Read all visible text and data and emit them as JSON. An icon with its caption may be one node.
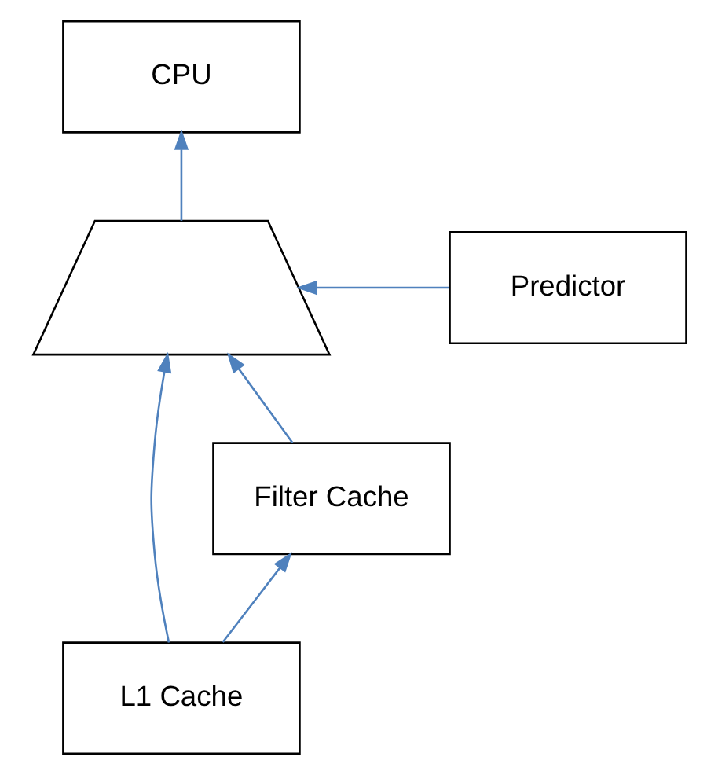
{
  "diagram": {
    "nodes": [
      {
        "text": [
          "CPU"
        ]
      },
      {
        "text": [],
        "shape": "trapezoid"
      },
      {
        "text": [
          "Predictor"
        ]
      },
      {
        "text": [
          "Filter Cache"
        ]
      },
      {
        "text": [
          "L1 Cache"
        ]
      }
    ],
    "edges": [
      {
        "from": 1,
        "to": 0,
        "arrow": "to"
      },
      {
        "from": 2,
        "to": 1,
        "arrow": "to"
      },
      {
        "from": 3,
        "to": 1,
        "arrow": "to"
      },
      {
        "from": 4,
        "to": 3,
        "arrow": "to"
      },
      {
        "from": 4,
        "to": 1,
        "arrow": "to"
      }
    ]
  }
}
